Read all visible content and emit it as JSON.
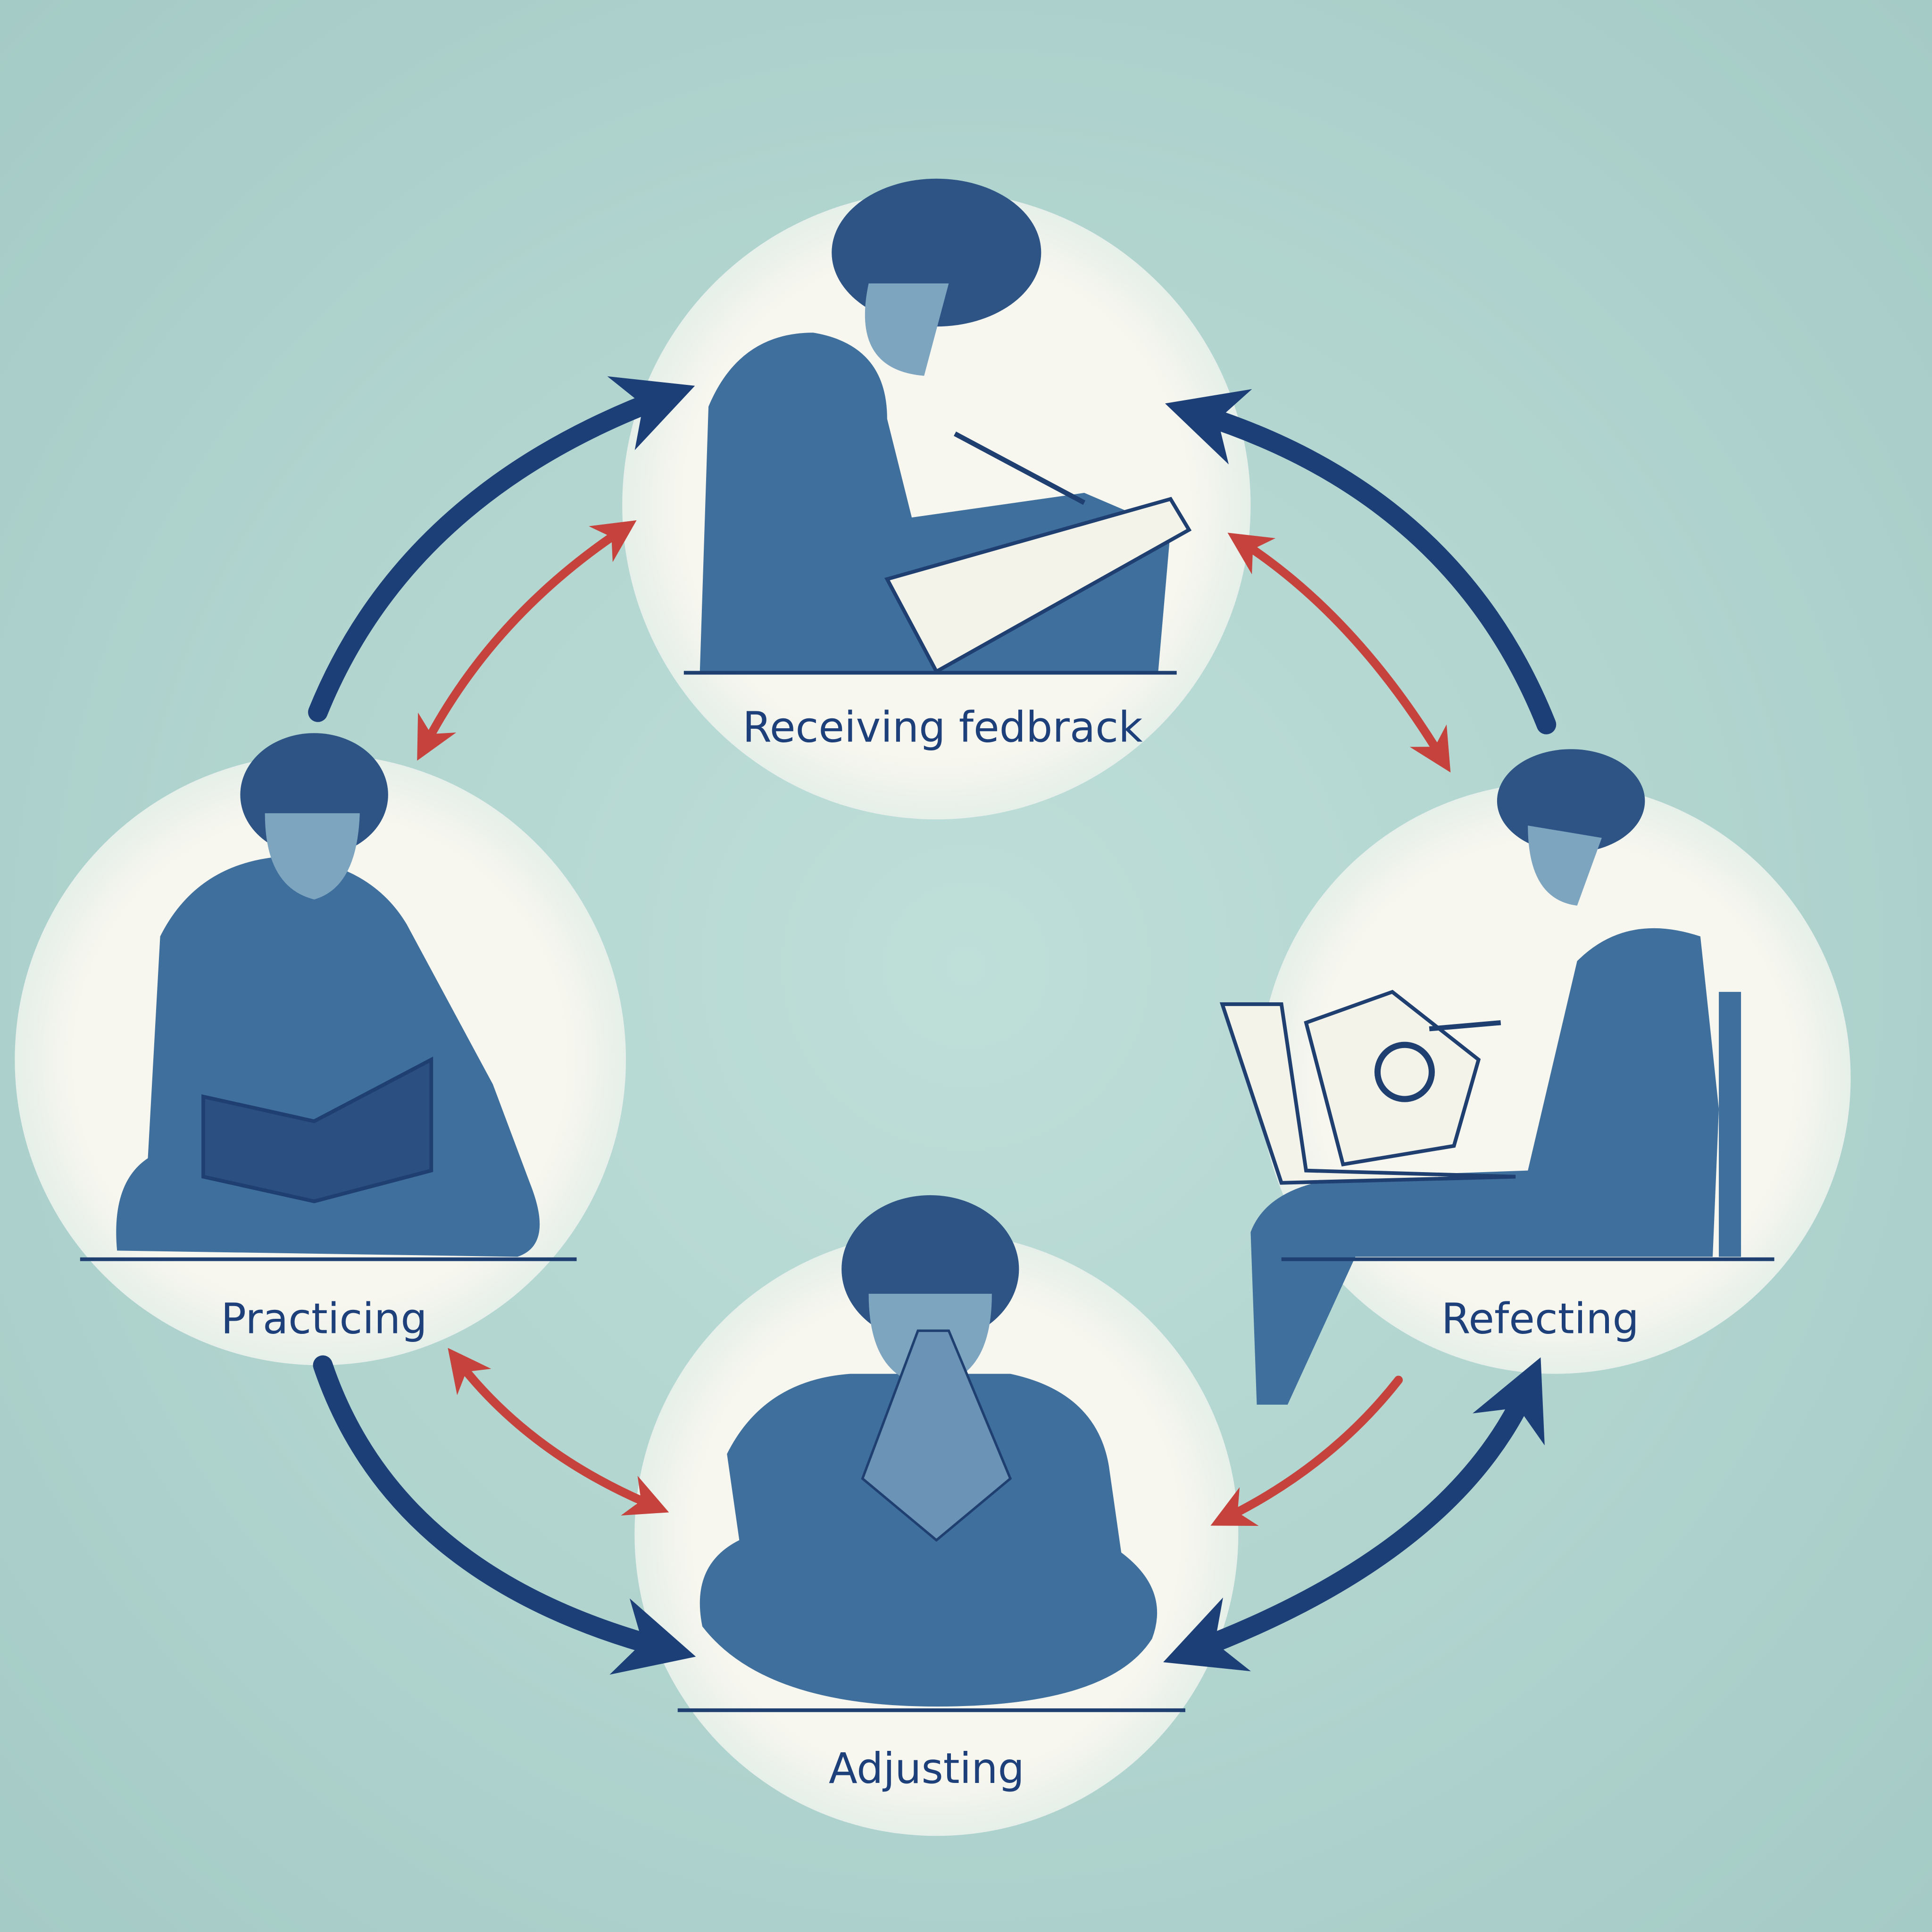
{
  "stages": {
    "receiving": {
      "label": "Receiving fedbrack"
    },
    "practicing": {
      "label": "Practicing"
    },
    "reflecting": {
      "label": "Refecting"
    },
    "adjusting": {
      "label": "Adjusting"
    }
  },
  "colors": {
    "background": "#a9cfca",
    "circle": "#f7f6ee",
    "figure": "#3f6f9c",
    "figure_dark": "#1e3f70",
    "cycle_arrow": "#1d3f78",
    "exchange_arrow": "#c6423d",
    "label": "#1d3f7a"
  }
}
